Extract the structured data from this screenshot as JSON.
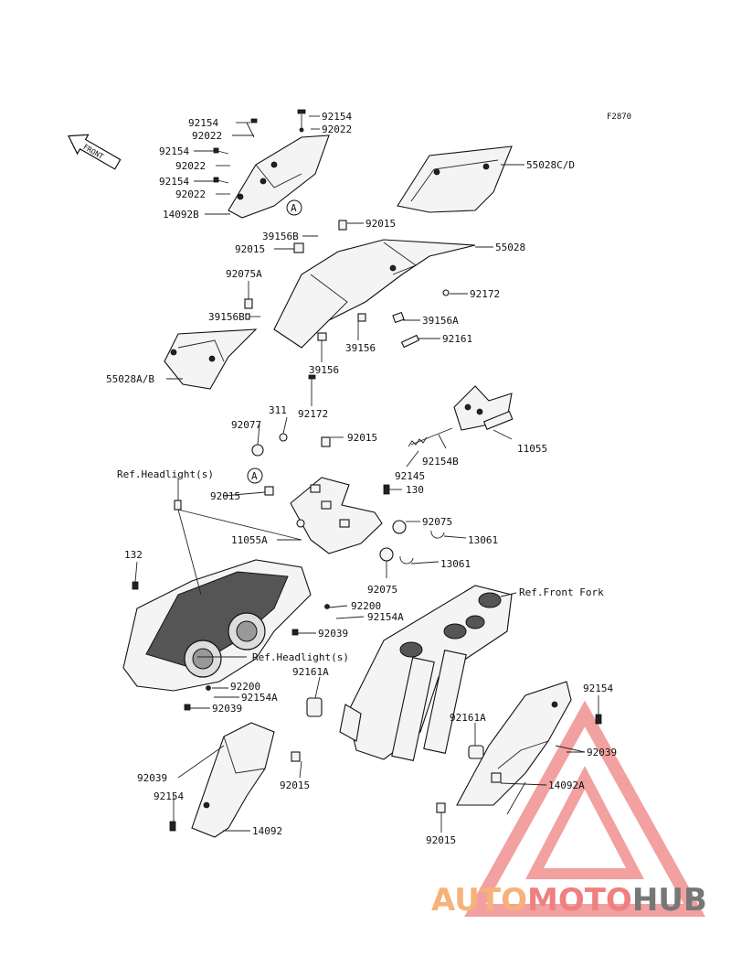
{
  "figure_code": "F2870",
  "front_label": "FRONT",
  "callout_letter": "A",
  "labels": {
    "l92154_a": "92154",
    "l92154_b": "92154",
    "l92022_a": "92022",
    "l92022_b": "92022",
    "l92154_c": "92154",
    "l92022_c": "92022",
    "l92154_d": "92154",
    "l92022_d": "92022",
    "l14092B": "14092B",
    "l55028CD": "55028C/D",
    "l92015_a": "92015",
    "l39156B_a": "39156B",
    "l92015_b": "92015",
    "l55028": "55028",
    "l92075A": "92075A",
    "l92172_a": "92172",
    "l39156B_b": "39156B",
    "l39156A": "39156A",
    "l92161": "92161",
    "l39156_a": "39156",
    "l55028AB": "55028A/B",
    "l39156_b": "39156",
    "l92172_b": "92172",
    "l311": "311",
    "l92077": "92077",
    "l92015_c": "92015",
    "l11055": "11055",
    "l92154B": "92154B",
    "l92145": "92145",
    "l refhead1": "Ref.Headlight(s)",
    "l92015_d": "92015",
    "l130": "130",
    "l92075_a": "92075",
    "l11055A": "11055A",
    "l13061_a": "13061",
    "l132": "132",
    "l13061_b": "13061",
    "l92075_b": "92075",
    "lrefFork": "Ref.Front Fork",
    "l92200_a": "92200",
    "l92154A_a": "92154A",
    "l92039_a": "92039",
    "lrefhead2": "Ref.Headlight(s)",
    "l92161A_a": "92161A",
    "l92200_b": "92200",
    "l92154A_b": "92154A",
    "l92039_b": "92039",
    "l92154_e": "92154",
    "l92161A_b": "92161A",
    "l92039_c": "92039",
    "l92039_d": "92039",
    "l14092A": "14092A",
    "l92015_e": "92015",
    "l92154_f": "92154",
    "l14092": "14092",
    "l92015_f": "92015"
  },
  "watermark": {
    "auto": "AUTO",
    "moto": "MOTO",
    "hub": "HUB"
  },
  "colors": {
    "watermark_triangle": "#f2a0a0",
    "watermark_auto": "#f6b27a",
    "watermark_moto": "#ef8080",
    "watermark_hub": "#777777"
  }
}
